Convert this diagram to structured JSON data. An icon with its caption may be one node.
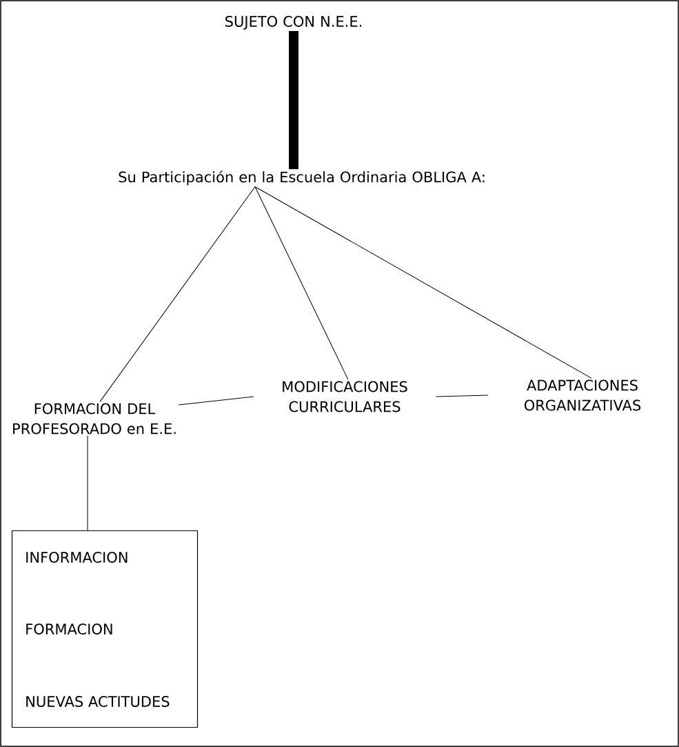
{
  "diagram": {
    "nodes": [
      {
        "text": [
          "SUJETO CON N.E.E."
        ]
      },
      {
        "text": [
          "Su Participación en la Escuela Ordinaria OBLIGA A:"
        ]
      },
      {
        "text": [
          "FORMACION DEL PROFESORADO en E.E."
        ]
      },
      {
        "text": [
          "MODIFICACIONES CURRICULARES"
        ]
      },
      {
        "text": [
          "ADAPTACIONES ORGANIZATIVAS"
        ]
      },
      {
        "text": [
          "INFORMACION",
          "FORMACION",
          "NUEVAS ACTITUDES"
        ]
      }
    ],
    "edges": [
      {
        "from": 0,
        "to": 1,
        "arrow": "none",
        "style": "thick"
      },
      {
        "from": 1,
        "to": 2,
        "arrow": "none"
      },
      {
        "from": 1,
        "to": 3,
        "arrow": "none"
      },
      {
        "from": 1,
        "to": 4,
        "arrow": "none"
      },
      {
        "from": 2,
        "to": 3,
        "arrow": "none"
      },
      {
        "from": 3,
        "to": 4,
        "arrow": "none"
      },
      {
        "from": 2,
        "to": 5,
        "arrow": "none"
      }
    ]
  }
}
